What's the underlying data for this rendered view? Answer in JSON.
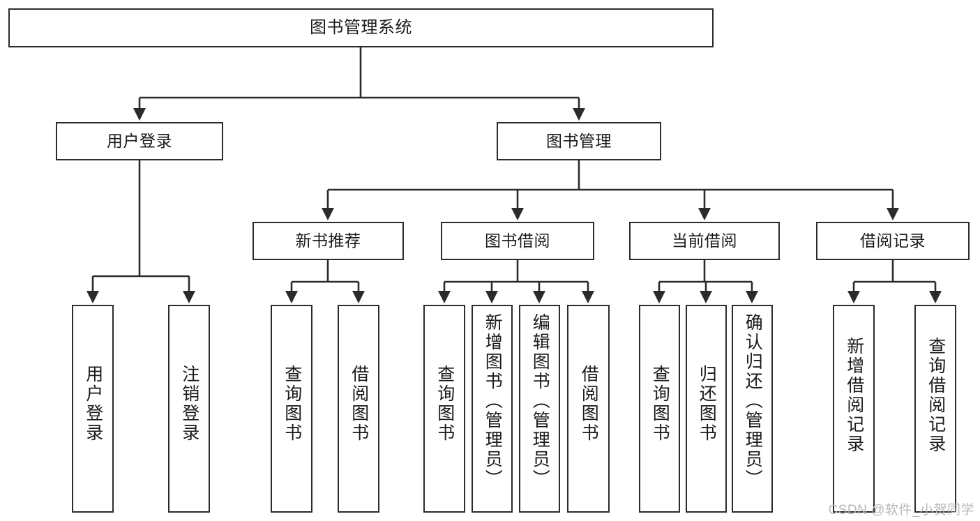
{
  "diagram": {
    "title": "图书管理系统",
    "type": "tree-structure-chart",
    "watermark": "CSDN @软件_小贺同学",
    "colors": {
      "stroke": "#2b2b2b",
      "fill": "#ffffff",
      "text": "#1a1a1a",
      "watermark": "#b8b8b8"
    },
    "nodes": {
      "root": {
        "label": "图书管理系统"
      },
      "level2": [
        {
          "id": "user-login",
          "label": "用户登录"
        },
        {
          "id": "book-manage",
          "label": "图书管理"
        }
      ],
      "level3": [
        {
          "id": "new-book-rec",
          "label": "新书推荐"
        },
        {
          "id": "book-borrow",
          "label": "图书借阅"
        },
        {
          "id": "current-borrow",
          "label": "当前借阅"
        },
        {
          "id": "borrow-record",
          "label": "借阅记录"
        }
      ],
      "leaves": [
        {
          "id": "leaf-user-login",
          "label": "用户登录",
          "parent": "user-login"
        },
        {
          "id": "leaf-logout-login",
          "label": "注销登录",
          "parent": "user-login"
        },
        {
          "id": "leaf-query-book-1",
          "label": "查询图书",
          "parent": "new-book-rec"
        },
        {
          "id": "leaf-borrow-book-1",
          "label": "借阅图书",
          "parent": "new-book-rec"
        },
        {
          "id": "leaf-query-book-2",
          "label": "查询图书",
          "parent": "book-borrow"
        },
        {
          "id": "leaf-add-book",
          "label": "新增图书（管理员）",
          "parent": "book-borrow"
        },
        {
          "id": "leaf-edit-book",
          "label": "编辑图书（管理员）",
          "parent": "book-borrow"
        },
        {
          "id": "leaf-borrow-book-2",
          "label": "借阅图书",
          "parent": "book-borrow"
        },
        {
          "id": "leaf-query-book-3",
          "label": "查询图书",
          "parent": "current-borrow"
        },
        {
          "id": "leaf-return-book",
          "label": "归还图书",
          "parent": "current-borrow"
        },
        {
          "id": "leaf-confirm-return",
          "label": "确认归还（管理员）",
          "parent": "current-borrow"
        },
        {
          "id": "leaf-add-record",
          "label": "新增借阅记录",
          "parent": "borrow-record"
        },
        {
          "id": "leaf-query-record",
          "label": "查询借阅记录",
          "parent": "borrow-record"
        }
      ]
    }
  }
}
